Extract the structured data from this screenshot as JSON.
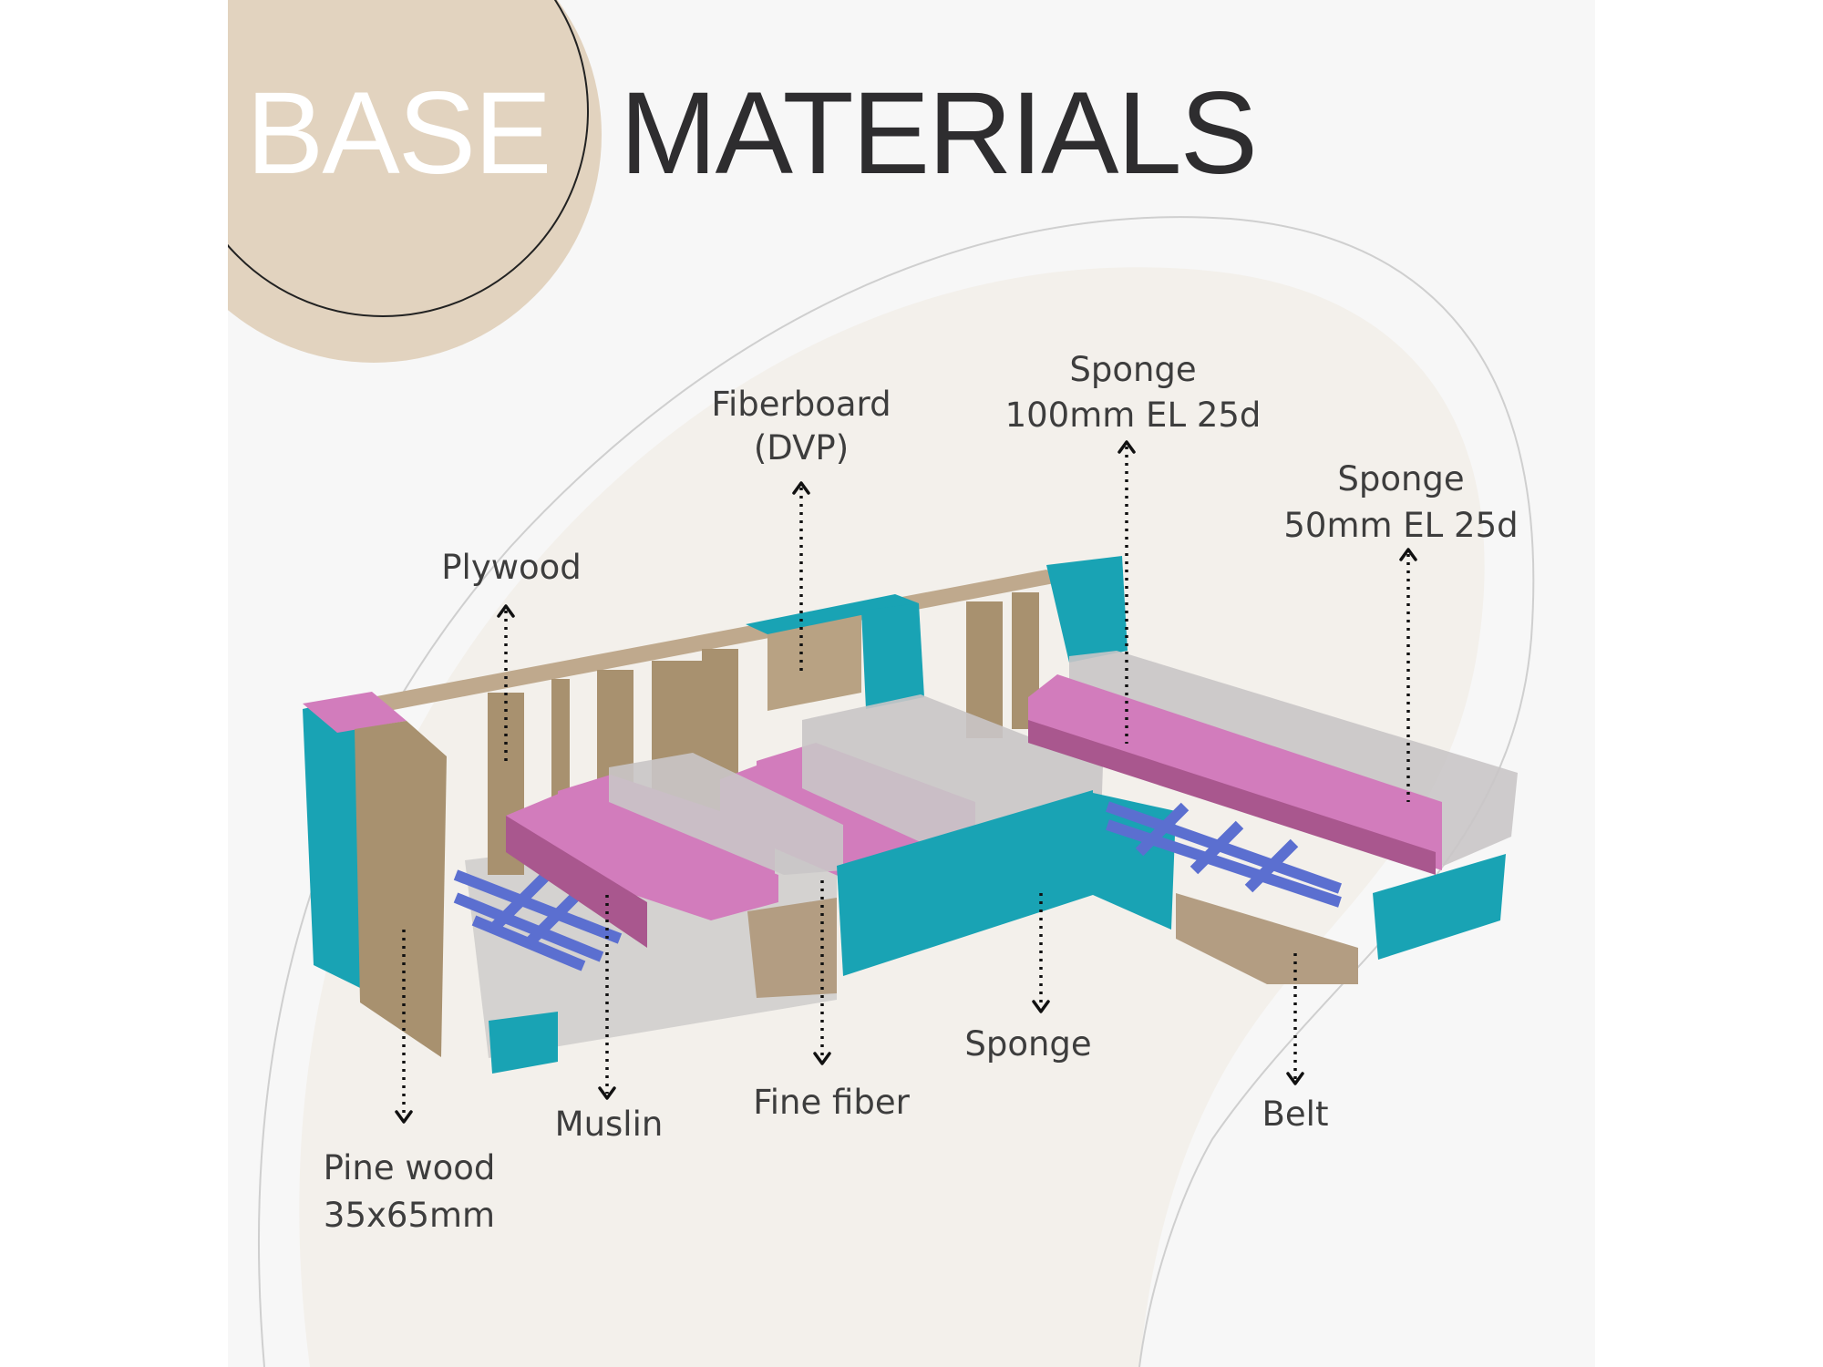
{
  "title": {
    "word1": "BASE",
    "word2": "MATERIALS"
  },
  "labels": {
    "plywood": "Plywood",
    "fiberboard": [
      "Fiberboard",
      "(DVP)"
    ],
    "sponge_100": [
      "Sponge",
      "100mm EL 25d"
    ],
    "sponge_50": [
      "Sponge",
      "50mm EL 25d"
    ],
    "sponge": "Sponge",
    "fine_fiber": "Fine fiber",
    "muslin": "Muslin",
    "belt": "Belt",
    "pine_wood": [
      "Pine wood",
      "35x65mm"
    ]
  },
  "colors": {
    "background": "#f7f7f7",
    "circle": "#e2d3bf",
    "blob": "#f3f0eb",
    "title_dark": "#2e2d2f",
    "teal": "#19a3b4",
    "pink": "#d27cbc",
    "fiber": "#c9c5c6",
    "wood": "#b39d82",
    "belt": "#5b6fd0"
  }
}
